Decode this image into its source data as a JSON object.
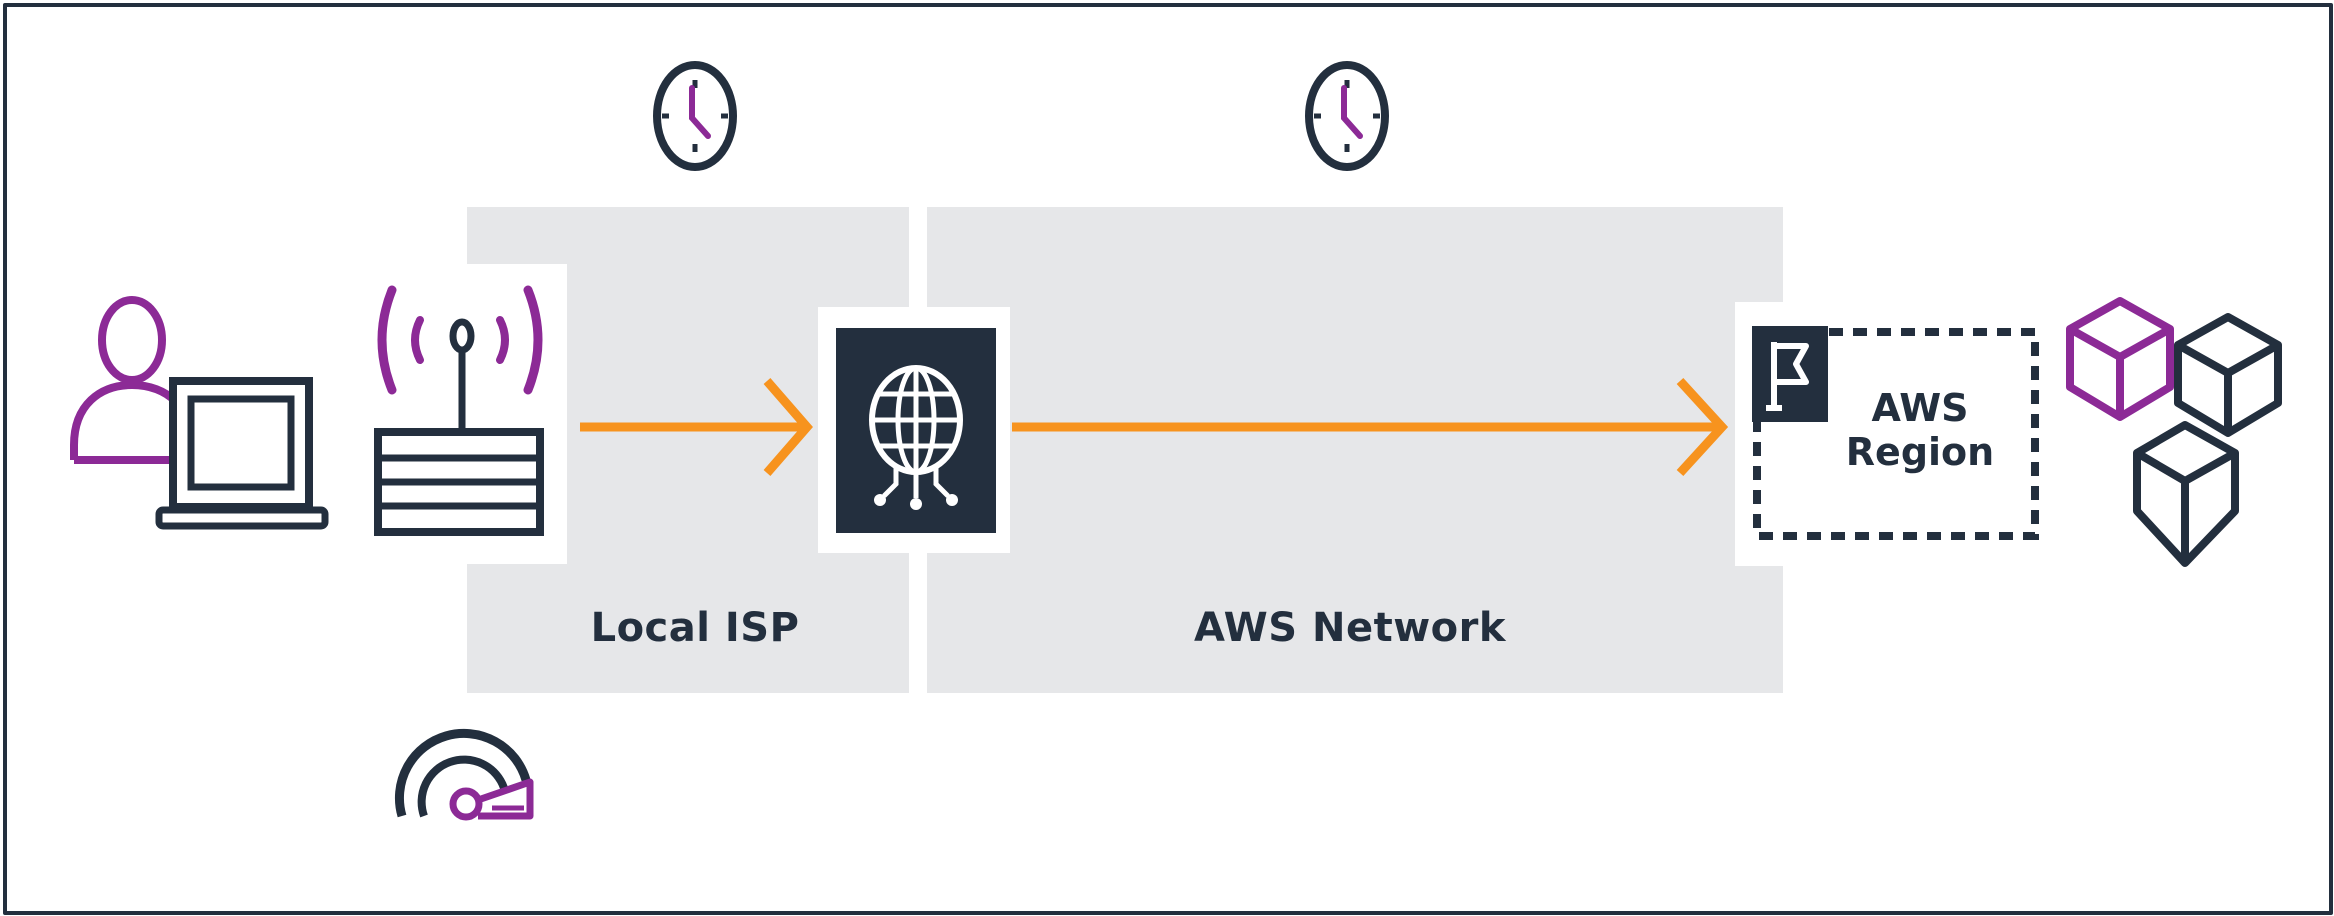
{
  "zones": {
    "local_isp": "Local ISP",
    "aws_network": "AWS Network"
  },
  "region": {
    "line1": "AWS",
    "line2": "Region"
  },
  "colors": {
    "dark": "#232f3e",
    "purple": "#8c2a96",
    "orange": "#f7931e",
    "zone_fill": "#e6e7e9"
  },
  "icons": [
    "clock-icon",
    "clock-icon",
    "user-icon",
    "laptop-icon",
    "router-icon",
    "edge-location-globe-icon",
    "region-flag-icon",
    "resource-cubes-icon",
    "speed-gauge-icon"
  ]
}
